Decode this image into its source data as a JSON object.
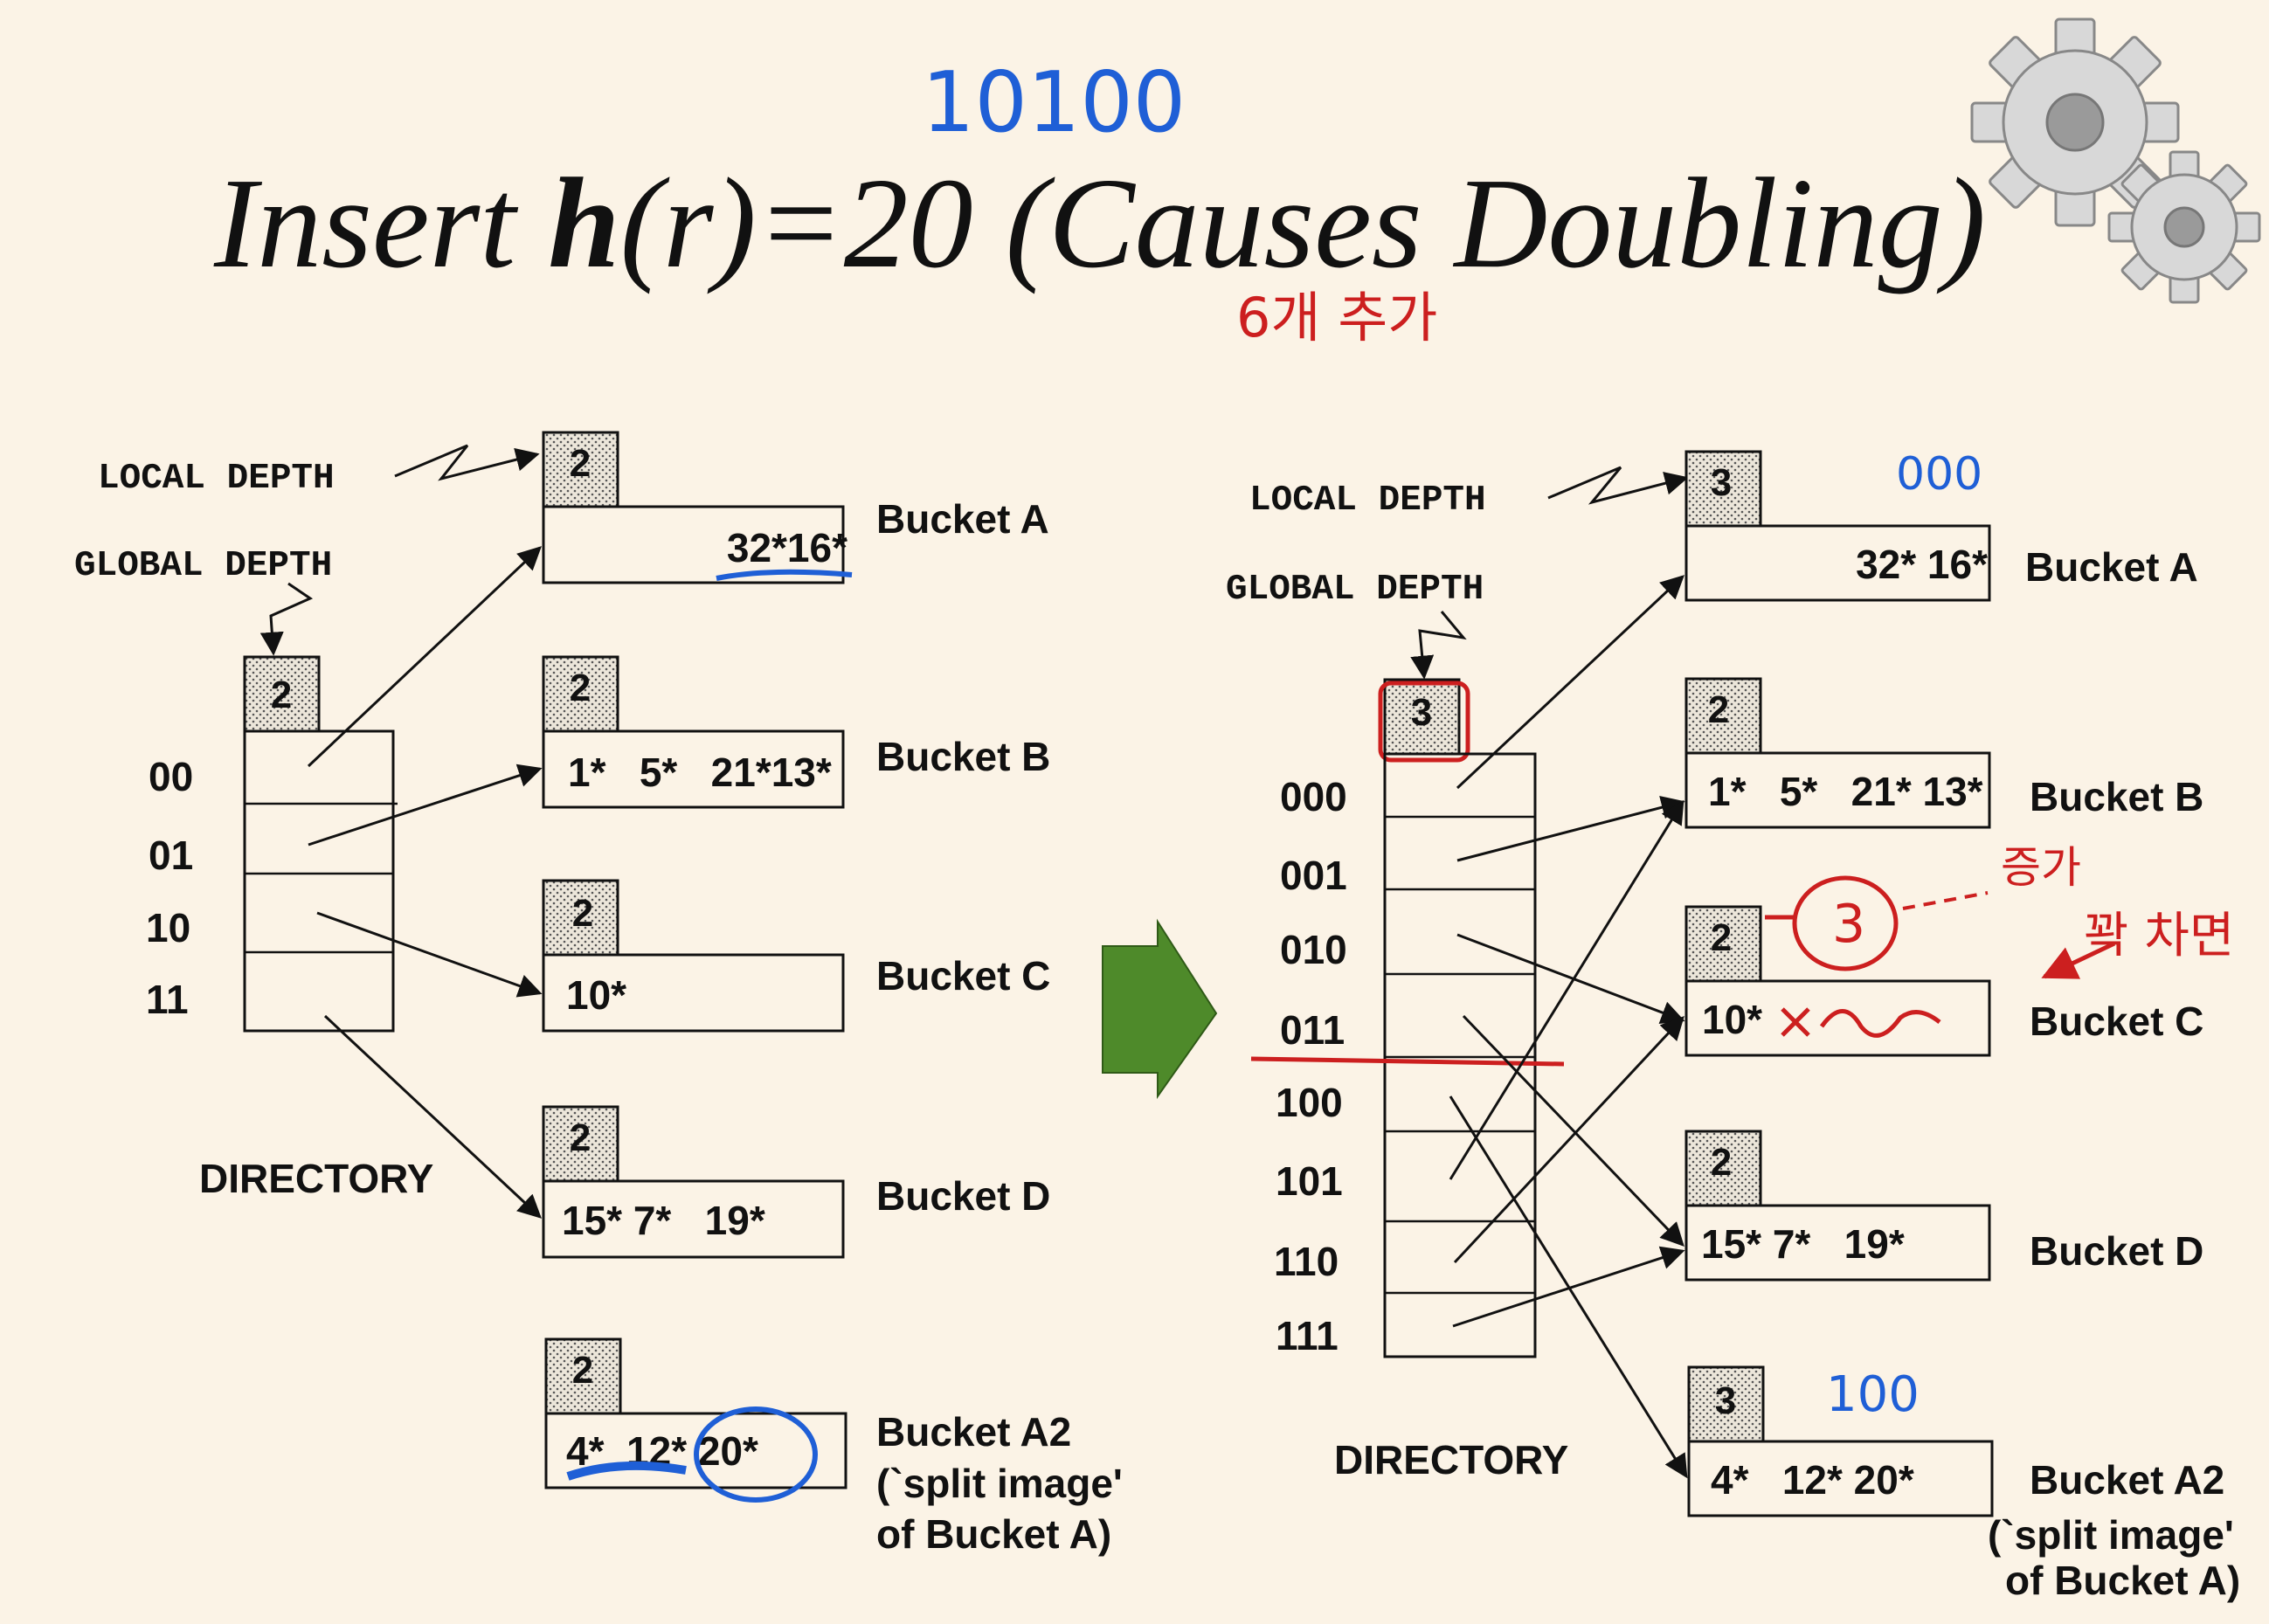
{
  "title": {
    "prefix": "Insert ",
    "h": "h",
    "rest": "(r)=20 (Causes Doubling)"
  },
  "annotations": {
    "binary_20": "10100",
    "korean_note": "6개 추가",
    "a_bits": "000",
    "a2_bits": "100",
    "c_note": "증가",
    "c_note2": "꽉 차면",
    "c_new_depth": "3"
  },
  "before": {
    "local_depth_label": "LOCAL DEPTH",
    "global_depth_label": "GLOBAL DEPTH",
    "global_depth": "2",
    "directory_label": "DIRECTORY",
    "directory_entries": [
      "00",
      "01",
      "10",
      "11"
    ],
    "buckets": [
      {
        "name": "Bucket A",
        "depth": "2",
        "entries": "32*16*"
      },
      {
        "name": "Bucket B",
        "depth": "2",
        "entries": "1*   5*   21*13*"
      },
      {
        "name": "Bucket C",
        "depth": "2",
        "entries": "10*"
      },
      {
        "name": "Bucket D",
        "depth": "2",
        "entries": "15* 7*   19*"
      },
      {
        "name": "Bucket A2",
        "depth": "2",
        "entries": "4*  12* 20*",
        "note_line1": "(`split image'",
        "note_line2": "of Bucket A)"
      }
    ]
  },
  "after": {
    "local_depth_label": "LOCAL DEPTH",
    "global_depth_label": "GLOBAL DEPTH",
    "global_depth": "3",
    "directory_label": "DIRECTORY",
    "directory_entries": [
      "000",
      "001",
      "010",
      "011",
      "100",
      "101",
      "110",
      "111"
    ],
    "buckets": [
      {
        "name": "Bucket A",
        "depth": "3",
        "entries": "32* 16*"
      },
      {
        "name": "Bucket B",
        "depth": "2",
        "entries": "1*   5*   21* 13*"
      },
      {
        "name": "Bucket C",
        "depth": "2",
        "entries": "10*"
      },
      {
        "name": "Bucket D",
        "depth": "2",
        "entries": "15* 7*   19*"
      },
      {
        "name": "Bucket A2",
        "depth": "3",
        "entries": "4*   12* 20*",
        "note_line1": "(`split image'",
        "note_line2": "of Bucket A)"
      }
    ]
  },
  "colors": {
    "background": "#fbf3e6",
    "ink": "#111111",
    "annotation_blue": "#1f5fd6",
    "annotation_red": "#cc1f1f",
    "arrow_green": "#4e8a2a"
  }
}
